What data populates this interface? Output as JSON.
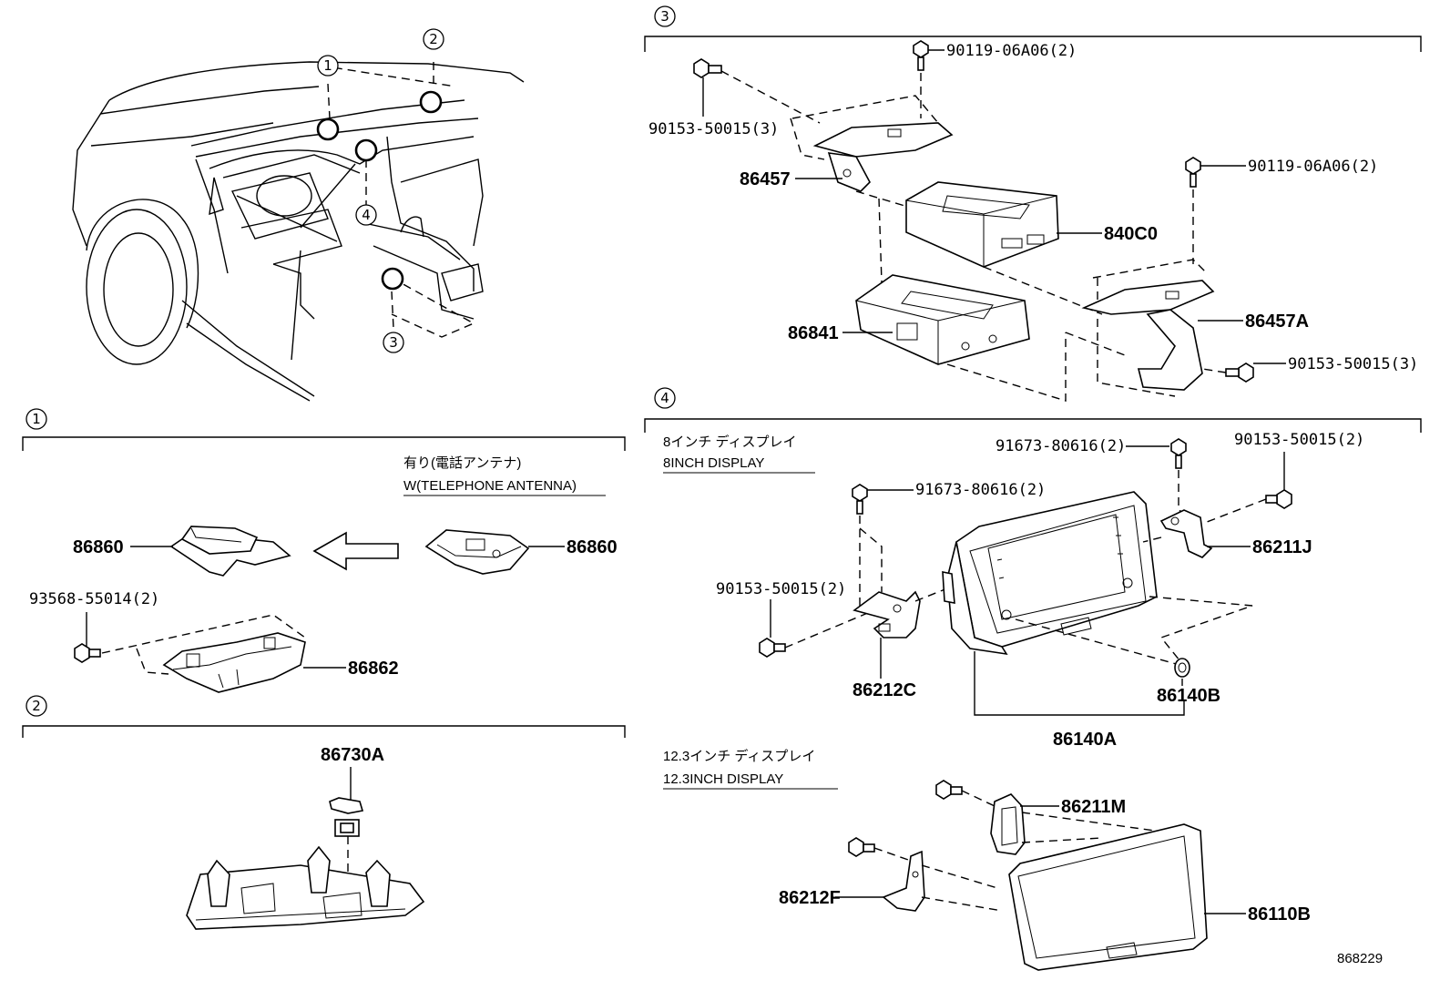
{
  "callouts": [
    "1",
    "2",
    "3",
    "4"
  ],
  "overview": {
    "callouts": [
      "1",
      "2",
      "4",
      "3"
    ]
  },
  "section1": {
    "number": "1",
    "note_jp": "有り(電話アンテナ)",
    "note_en": "W(TELEPHONE ANTENNA)",
    "parts": {
      "p86860_left": "86860",
      "p86860_right": "86860",
      "bolt": "93568-55014(2)",
      "p86862": "86862"
    }
  },
  "section2": {
    "number": "2",
    "parts": {
      "p86730A": "86730A"
    }
  },
  "section3": {
    "number": "3",
    "parts": {
      "bolt_top": "90119-06A06(2)",
      "bolt_left": "90153-50015(3)",
      "p86457": "86457",
      "bolt_right_top": "90119-06A06(2)",
      "p840C0": "840C0",
      "p86841": "86841",
      "p86457A": "86457A",
      "bolt_right": "90153-50015(3)"
    }
  },
  "section4": {
    "number": "4",
    "display8_jp": "8インチ ディスプレイ",
    "display8_en": "8INCH DISPLAY",
    "display12_jp": "12.3インチ ディスプレイ",
    "display12_en": "12.3INCH DISPLAY",
    "parts": {
      "bolt_a": "91673-80616(2)",
      "bolt_b": "90153-50015(2)",
      "bolt_c": "91673-80616(2)",
      "bolt_d": "90153-50015(2)",
      "p86211J": "86211J",
      "p86212C": "86212C",
      "p86140B": "86140B",
      "p86140A": "86140A",
      "p86211M": "86211M",
      "p86212F": "86212F",
      "p86110B": "86110B"
    }
  },
  "diagram_id": "868229"
}
